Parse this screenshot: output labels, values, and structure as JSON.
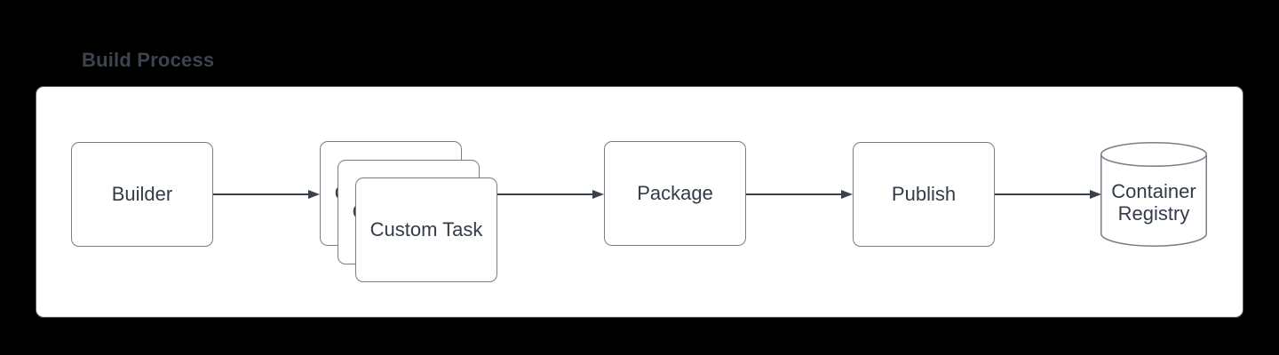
{
  "title": "Build Process",
  "colors": {
    "background": "#000000",
    "panel_fill": "#ffffff",
    "panel_border": "#5a6170",
    "shape_fill": "#ffffff",
    "shape_border": "#767e89",
    "label_text": "#333b48",
    "title_text": "#3c4450",
    "connector": "#3a414c"
  },
  "diagram": {
    "type": "flowchart",
    "direction": "left-to-right",
    "group_label": "Build Process",
    "nodes": [
      {
        "id": "builder",
        "label": "Builder",
        "shape": "rounded-rectangle"
      },
      {
        "id": "custom-task",
        "label": "Custom Task",
        "shape": "stacked-rectangles",
        "stack_count": 3
      },
      {
        "id": "package",
        "label": "Package",
        "shape": "rounded-rectangle"
      },
      {
        "id": "publish",
        "label": "Publish",
        "shape": "rounded-rectangle"
      },
      {
        "id": "container-registry",
        "label": "Container Registry",
        "shape": "cylinder"
      }
    ],
    "edges": [
      {
        "from": "builder",
        "to": "custom-task",
        "style": "solid-arrow"
      },
      {
        "from": "custom-task",
        "to": "package",
        "style": "solid-arrow"
      },
      {
        "from": "package",
        "to": "publish",
        "style": "solid-arrow"
      },
      {
        "from": "publish",
        "to": "container-registry",
        "style": "solid-arrow"
      }
    ]
  }
}
